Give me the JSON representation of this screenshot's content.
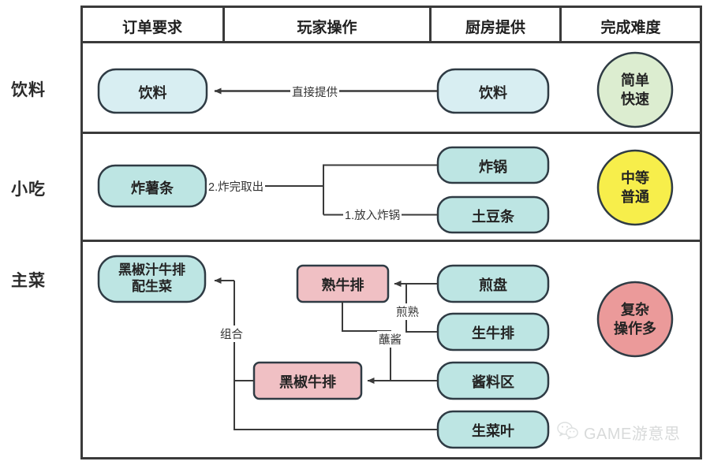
{
  "table": {
    "columns": [
      {
        "id": "order",
        "label": "订单要求"
      },
      {
        "id": "player",
        "label": "玩家操作"
      },
      {
        "id": "kitchen",
        "label": "厨房提供"
      },
      {
        "id": "difficulty",
        "label": "完成难度"
      }
    ],
    "rows": [
      {
        "id": "drink",
        "label": "饮料"
      },
      {
        "id": "snack",
        "label": "小吃"
      },
      {
        "id": "main",
        "label": "主菜"
      }
    ]
  },
  "nodes": {
    "drink_order": "饮料",
    "drink_kitchen": "饮料",
    "snack_order": "炸薯条",
    "snack_kitchen_fryer": "炸锅",
    "snack_kitchen_potato": "土豆条",
    "main_order_line1": "黑椒汁牛排",
    "main_order_line2": "配生菜",
    "main_cooked_steak": "熟牛排",
    "main_pepper_steak": "黑椒牛排",
    "main_kitchen_pan": "煎盘",
    "main_kitchen_raw_steak": "生牛排",
    "main_kitchen_sauce": "酱料区",
    "main_kitchen_lettuce": "生菜叶"
  },
  "edge_labels": {
    "drink_direct": "直接提供",
    "snack_step2": "2.炸完取出",
    "snack_step1": "1.放入炸锅",
    "main_fry": "煎熟",
    "main_dip": "蘸酱",
    "main_combine": "组合"
  },
  "difficulty": {
    "drink": {
      "line1": "简单",
      "line2": "快速",
      "color": "#dcedd0"
    },
    "snack": {
      "line1": "中等",
      "line2": "普通",
      "color": "#f7ee4b"
    },
    "main": {
      "line1": "复杂",
      "line2": "操作多",
      "color": "#eb9a9a"
    }
  },
  "watermark": {
    "text": "GAME游意思",
    "icon": "wechat-icon"
  },
  "colors": {
    "cyan_node": "#bde5e3",
    "light_cyan_node": "#d8eef2",
    "pink_node": "#f0c0c4",
    "stroke": "#2f3b44",
    "table_border": "#3a3a3a",
    "connector": "#4a4a4a"
  }
}
